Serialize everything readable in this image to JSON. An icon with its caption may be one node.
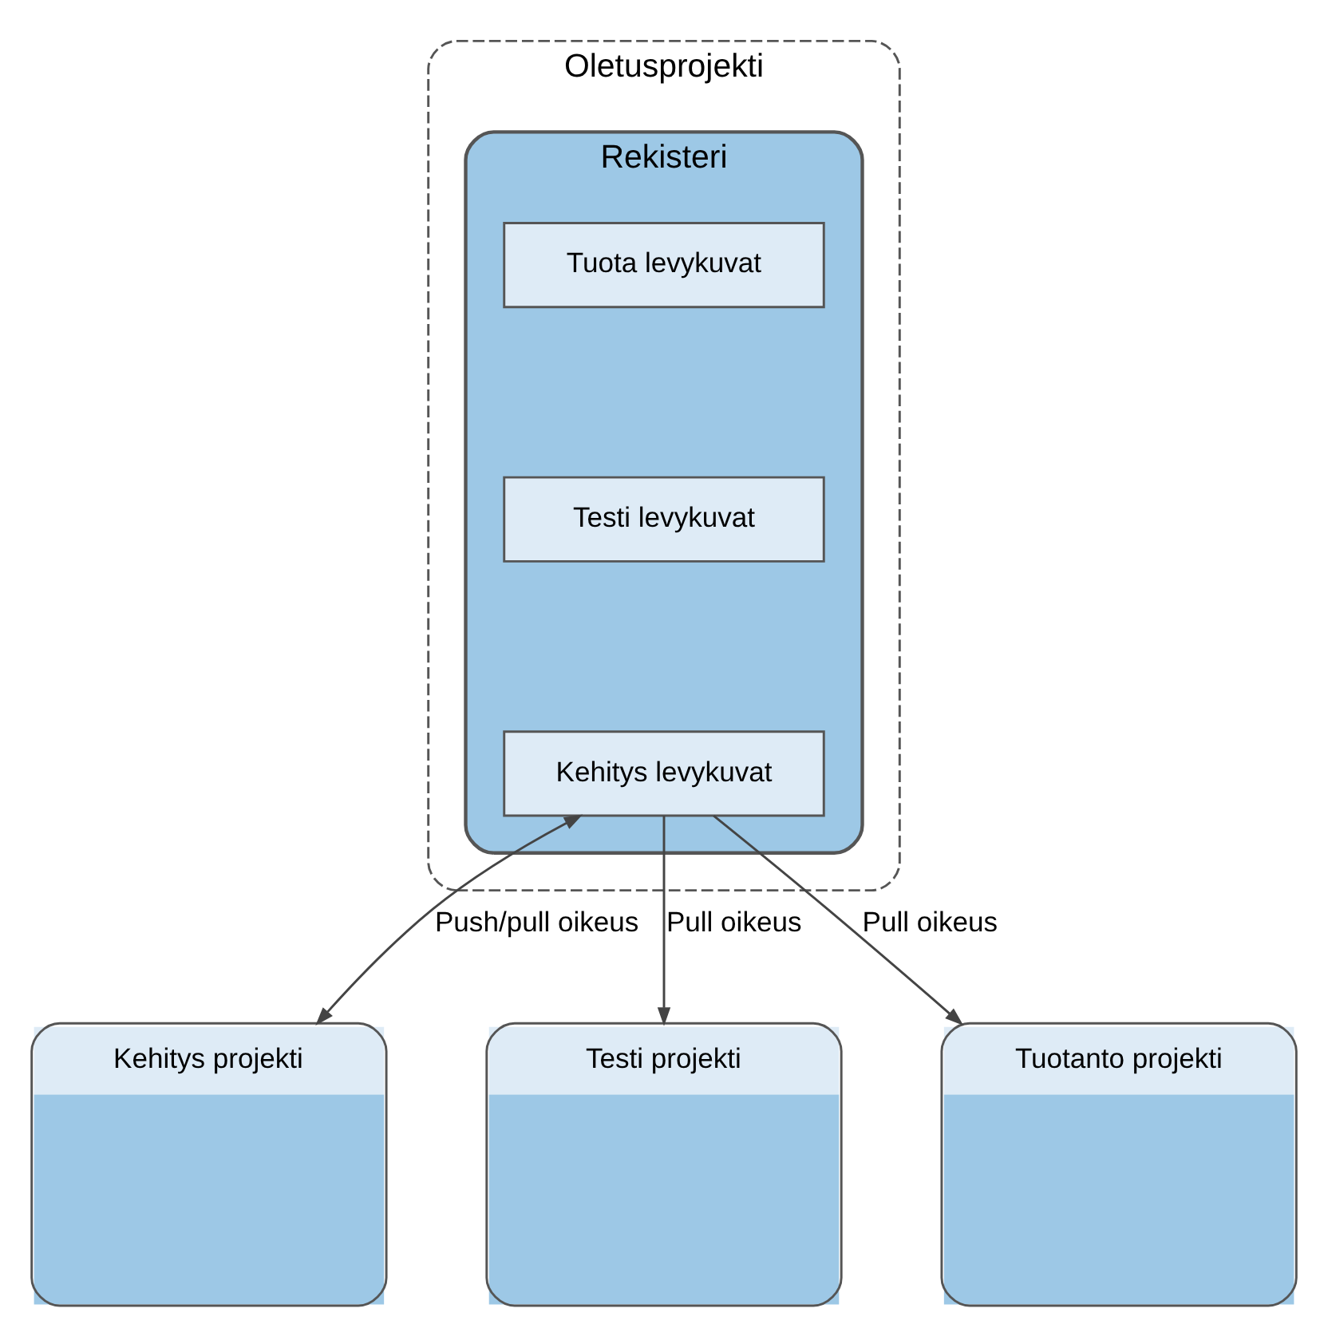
{
  "diagram": {
    "nodes": [
      {
        "text": [
          "Oletusprojekti"
        ]
      },
      {
        "text": [
          "Rekisteri"
        ],
        "in": 0
      },
      {
        "text": [
          "Tuota levykuvat"
        ],
        "in": 1
      },
      {
        "text": [
          "Testi levykuvat"
        ],
        "in": 1
      },
      {
        "text": [
          "Kehitys levykuvat"
        ],
        "in": 1
      },
      {
        "text": [
          "Kehitys projekti"
        ]
      },
      {
        "text": [
          "Testi projekti"
        ]
      },
      {
        "text": [
          "Tuotanto projekti"
        ]
      }
    ],
    "edges": [
      {
        "from": 4,
        "to": 5,
        "arrow": "both",
        "label": "Push/pull oikeus"
      },
      {
        "from": 4,
        "to": 6,
        "arrow": "to",
        "label": "Pull oikeus"
      },
      {
        "from": 4,
        "to": 7,
        "arrow": "to",
        "label": "Pull oikeus"
      }
    ]
  }
}
